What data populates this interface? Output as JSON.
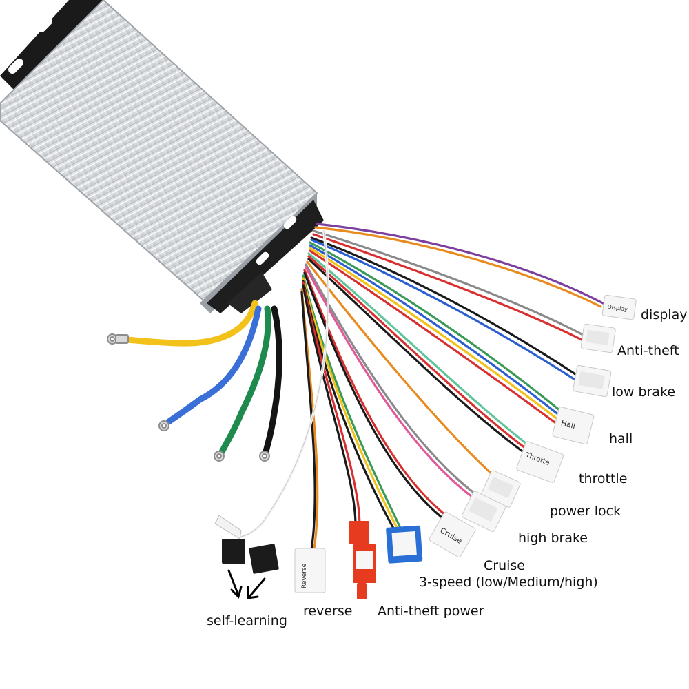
{
  "labels": {
    "display": "display",
    "anti_theft": "Anti-theft",
    "low_brake": "low brake",
    "hall": "hall",
    "throttle": "throttle",
    "power_lock": "power lock",
    "high_brake": "high brake",
    "cruise": "Cruise",
    "three_speed": "3-speed (low/Medium/high)",
    "anti_theft_power": "Anti-theft power",
    "reverse": "reverse",
    "self_learning": "self-learning"
  },
  "tags": {
    "display_tag": "Display",
    "throttle_tag": "Throtte",
    "hall_tag": "Hall",
    "cruise_tag": "Cruise",
    "reverse_tag": "Reverse"
  },
  "colors": {
    "yellow_phase": "#f2c21a",
    "blue_phase": "#3a6fd8",
    "green_phase": "#1e8a4e",
    "red_connector": "#e63b1e",
    "blue_connector": "#2a6fd6",
    "housing": "#d4d7da"
  }
}
